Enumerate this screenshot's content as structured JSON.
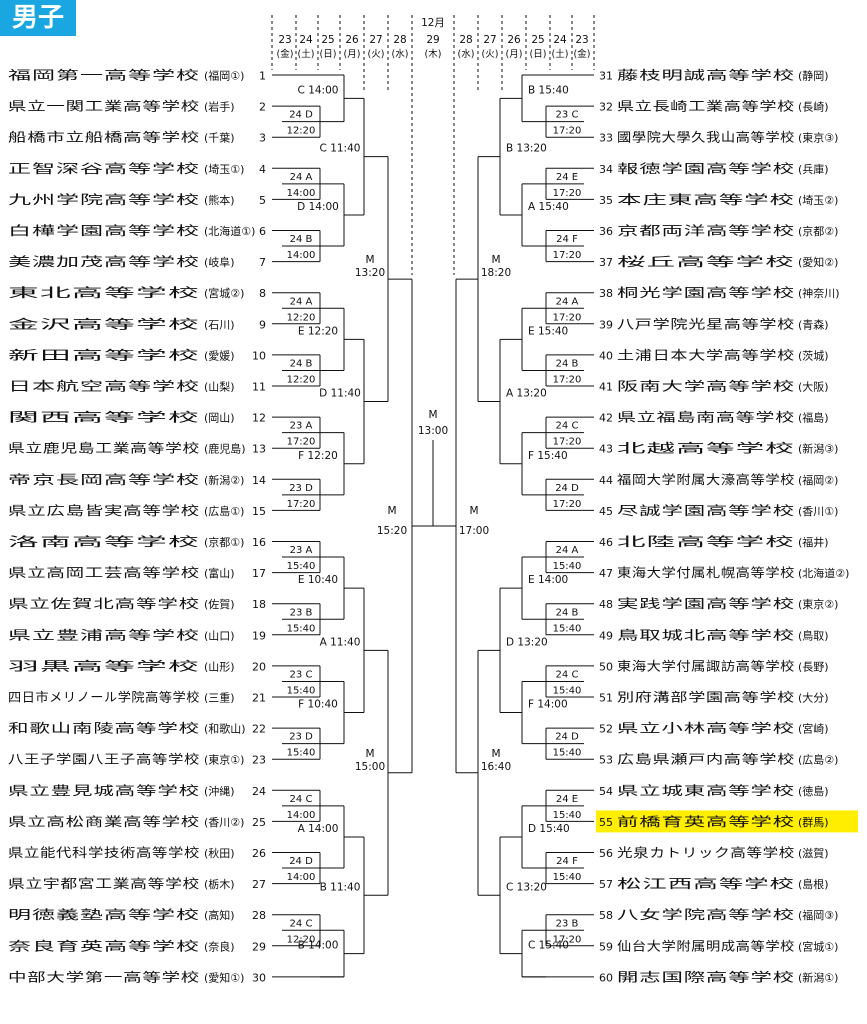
{
  "title": "男子",
  "header": {
    "month": "12月",
    "left_dates": [
      {
        "d": "23",
        "w": "(金)"
      },
      {
        "d": "24",
        "w": "(土)"
      },
      {
        "d": "25",
        "w": "(日)"
      },
      {
        "d": "26",
        "w": "(月)"
      },
      {
        "d": "27",
        "w": "(火)"
      },
      {
        "d": "28",
        "w": "(水)"
      }
    ],
    "center": {
      "d": "29",
      "w": "(木)"
    },
    "right_dates": [
      {
        "d": "28",
        "w": "(水)"
      },
      {
        "d": "27",
        "w": "(火)"
      },
      {
        "d": "26",
        "w": "(月)"
      },
      {
        "d": "25",
        "w": "(日)"
      },
      {
        "d": "24",
        "w": "(土)"
      },
      {
        "d": "23",
        "w": "(金)"
      }
    ]
  },
  "left_teams": [
    {
      "n": "1",
      "name": "福岡第一高等学校",
      "pref": "(福岡①)"
    },
    {
      "n": "2",
      "name": "県立一関工業高等学校",
      "pref": "(岩手)"
    },
    {
      "n": "3",
      "name": "船橋市立船橋高等学校",
      "pref": "(千葉)"
    },
    {
      "n": "4",
      "name": "正智深谷高等学校",
      "pref": "(埼玉①)"
    },
    {
      "n": "5",
      "name": "九州学院高等学校",
      "pref": "(熊本)"
    },
    {
      "n": "6",
      "name": "白樺学園高等学校",
      "pref": "(北海道①)"
    },
    {
      "n": "7",
      "name": "美濃加茂高等学校",
      "pref": "(岐阜)"
    },
    {
      "n": "8",
      "name": "東北高等学校",
      "pref": "(宮城②)"
    },
    {
      "n": "9",
      "name": "金沢高等学校",
      "pref": "(石川)"
    },
    {
      "n": "10",
      "name": "新田高等学校",
      "pref": "(愛媛)"
    },
    {
      "n": "11",
      "name": "日本航空高等学校",
      "pref": "(山梨)"
    },
    {
      "n": "12",
      "name": "関西高等学校",
      "pref": "(岡山)"
    },
    {
      "n": "13",
      "name": "県立鹿児島工業高等学校",
      "pref": "(鹿児島)"
    },
    {
      "n": "14",
      "name": "帝京長岡高等学校",
      "pref": "(新潟②)"
    },
    {
      "n": "15",
      "name": "県立広島皆実高等学校",
      "pref": "(広島①)"
    },
    {
      "n": "16",
      "name": "洛南高等学校",
      "pref": "(京都①)"
    },
    {
      "n": "17",
      "name": "県立高岡工芸高等学校",
      "pref": "(富山)"
    },
    {
      "n": "18",
      "name": "県立佐賀北高等学校",
      "pref": "(佐賀)"
    },
    {
      "n": "19",
      "name": "県立豊浦高等学校",
      "pref": "(山口)"
    },
    {
      "n": "20",
      "name": "羽黒高等学校",
      "pref": "(山形)"
    },
    {
      "n": "21",
      "name": "四日市メリノール学院高等学校",
      "pref": "(三重)"
    },
    {
      "n": "22",
      "name": "和歌山南陵高等学校",
      "pref": "(和歌山)"
    },
    {
      "n": "23",
      "name": "八王子学園八王子高等学校",
      "pref": "(東京①)"
    },
    {
      "n": "24",
      "name": "県立豊見城高等学校",
      "pref": "(沖縄)"
    },
    {
      "n": "25",
      "name": "県立高松商業高等学校",
      "pref": "(香川②)"
    },
    {
      "n": "26",
      "name": "県立能代科学技術高等学校",
      "pref": "(秋田)"
    },
    {
      "n": "27",
      "name": "県立宇都宮工業高等学校",
      "pref": "(栃木)"
    },
    {
      "n": "28",
      "name": "明徳義塾高等学校",
      "pref": "(高知)"
    },
    {
      "n": "29",
      "name": "奈良育英高等学校",
      "pref": "(奈良)"
    },
    {
      "n": "30",
      "name": "中部大学第一高等学校",
      "pref": "(愛知①)"
    }
  ],
  "right_teams": [
    {
      "n": "31",
      "name": "藤枝明誠高等学校",
      "pref": "(静岡)"
    },
    {
      "n": "32",
      "name": "県立長崎工業高等学校",
      "pref": "(長崎)"
    },
    {
      "n": "33",
      "name": "國學院大學久我山高等学校",
      "pref": "(東京③)"
    },
    {
      "n": "34",
      "name": "報徳学園高等学校",
      "pref": "(兵庫)"
    },
    {
      "n": "35",
      "name": "本庄東高等学校",
      "pref": "(埼玉②)"
    },
    {
      "n": "36",
      "name": "京都両洋高等学校",
      "pref": "(京都②)"
    },
    {
      "n": "37",
      "name": "桜丘高等学校",
      "pref": "(愛知②)"
    },
    {
      "n": "38",
      "name": "桐光学園高等学校",
      "pref": "(神奈川)"
    },
    {
      "n": "39",
      "name": "八戸学院光星高等学校",
      "pref": "(青森)"
    },
    {
      "n": "40",
      "name": "土浦日本大学高等学校",
      "pref": "(茨城)"
    },
    {
      "n": "41",
      "name": "阪南大学高等学校",
      "pref": "(大阪)"
    },
    {
      "n": "42",
      "name": "県立福島南高等学校",
      "pref": "(福島)"
    },
    {
      "n": "43",
      "name": "北越高等学校",
      "pref": "(新潟③)"
    },
    {
      "n": "44",
      "name": "福岡大学附属大濠高等学校",
      "pref": "(福岡②)"
    },
    {
      "n": "45",
      "name": "尽誠学園高等学校",
      "pref": "(香川①)"
    },
    {
      "n": "46",
      "name": "北陸高等学校",
      "pref": "(福井)"
    },
    {
      "n": "47",
      "name": "東海大学付属札幌高等学校",
      "pref": "(北海道②)"
    },
    {
      "n": "48",
      "name": "実践学園高等学校",
      "pref": "(東京②)"
    },
    {
      "n": "49",
      "name": "鳥取城北高等学校",
      "pref": "(鳥取)"
    },
    {
      "n": "50",
      "name": "東海大学付属諏訪高等学校",
      "pref": "(長野)"
    },
    {
      "n": "51",
      "name": "別府溝部学園高等学校",
      "pref": "(大分)"
    },
    {
      "n": "52",
      "name": "県立小林高等学校",
      "pref": "(宮崎)"
    },
    {
      "n": "53",
      "name": "広島県瀬戸内高等学校",
      "pref": "(広島②)"
    },
    {
      "n": "54",
      "name": "県立城東高等学校",
      "pref": "(徳島)"
    },
    {
      "n": "55",
      "name": "前橋育英高等学校",
      "pref": "(群馬)",
      "highlight": true
    },
    {
      "n": "56",
      "name": "光泉カトリック高等学校",
      "pref": "(滋賀)"
    },
    {
      "n": "57",
      "name": "松江西高等学校",
      "pref": "(島根)"
    },
    {
      "n": "58",
      "name": "八女学院高等学校",
      "pref": "(福岡③)"
    },
    {
      "n": "59",
      "name": "仙台大学附属明成高等学校",
      "pref": "(宮城①)"
    },
    {
      "n": "60",
      "name": "開志国際高等学校",
      "pref": "(新潟①)"
    }
  ],
  "left_r1": [
    {
      "c": "24 D",
      "t": "12:20"
    },
    {
      "c": "24 A",
      "t": "14:00"
    },
    {
      "c": "24 B",
      "t": "14:00"
    },
    {
      "c": "24 A",
      "t": "12:20"
    },
    {
      "c": "24 B",
      "t": "12:20"
    },
    {
      "c": "23 A",
      "t": "17:20"
    },
    {
      "c": "23 D",
      "t": "17:20"
    },
    {
      "c": "23 A",
      "t": "15:40"
    },
    {
      "c": "23 B",
      "t": "15:40"
    },
    {
      "c": "23 C",
      "t": "15:40"
    },
    {
      "c": "23 D",
      "t": "15:40"
    },
    {
      "c": "24 C",
      "t": "14:00"
    },
    {
      "c": "24 D",
      "t": "14:00"
    },
    {
      "c": "24 C",
      "t": "12:20"
    }
  ],
  "left_r2": [
    "C 14:00",
    "D 14:00",
    "E 12:20",
    "F 12:20",
    "E 10:40",
    "F 10:40",
    "A 14:00",
    "B 14:00"
  ],
  "left_r3": [
    "C 11:40",
    "D 11:40",
    "A 11:40",
    "B 11:40"
  ],
  "left_qf": [
    "M\n13:20",
    "M\n15:00"
  ],
  "left_sf": "M\n15:20",
  "final": "M\n13:00",
  "right_r1": [
    {
      "c": "23 C",
      "t": "17:20"
    },
    {
      "c": "24 E",
      "t": "17:20"
    },
    {
      "c": "24 F",
      "t": "17:20"
    },
    {
      "c": "24 A",
      "t": "17:20"
    },
    {
      "c": "24 B",
      "t": "17:20"
    },
    {
      "c": "24 C",
      "t": "17:20"
    },
    {
      "c": "24 D",
      "t": "17:20"
    },
    {
      "c": "24 A",
      "t": "15:40"
    },
    {
      "c": "24 B",
      "t": "15:40"
    },
    {
      "c": "24 C",
      "t": "15:40"
    },
    {
      "c": "24 D",
      "t": "15:40"
    },
    {
      "c": "24 E",
      "t": "15:40"
    },
    {
      "c": "24 F",
      "t": "15:40"
    },
    {
      "c": "23 B",
      "t": "17:20"
    }
  ],
  "right_r2": [
    "B 15:40",
    "A 15:40",
    "E 15:40",
    "F 15:40",
    "E 14:00",
    "F 14:00",
    "D 15:40",
    "C 15:40"
  ],
  "right_r3": [
    "B 13:20",
    "A 13:20",
    "D 13:20",
    "C 13:20"
  ],
  "right_qf": [
    "M\n18:20",
    "M\n16:40"
  ],
  "right_sf": "M\n17:00",
  "colors": {
    "badge": "#1aa6e0",
    "highlight": "#ffee00",
    "line": "#111111"
  }
}
